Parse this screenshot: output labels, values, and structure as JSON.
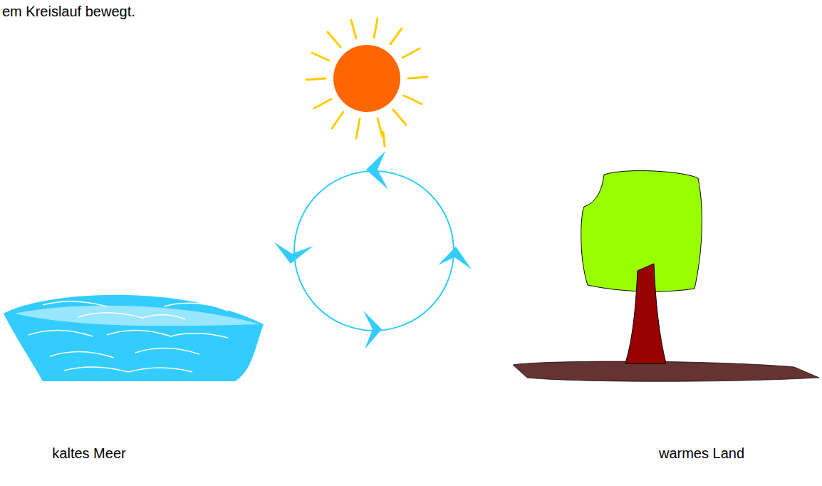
{
  "diagram": {
    "labels": [
      "em Kreislauf bewegt.",
      "kaltes Meer",
      "warmes Land"
    ]
  }
}
